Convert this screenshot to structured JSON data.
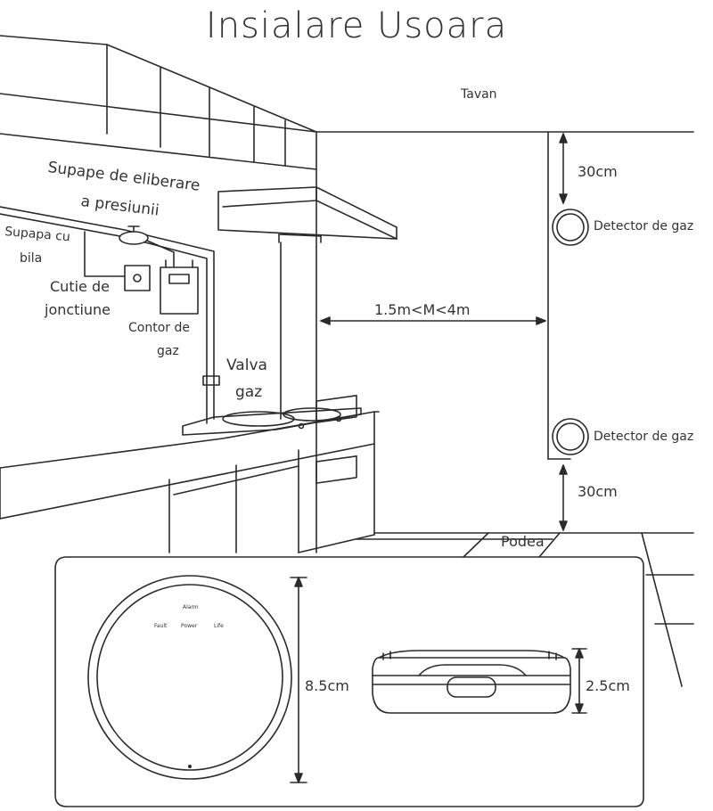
{
  "title": "Insialare Usoara",
  "labels": {
    "ceiling": "Tavan",
    "floor": "Podea",
    "relief_valve_line1": "Supape de eliberare",
    "relief_valve_line2": "a presiunii",
    "ball_valve_line1": "Supapa cu",
    "ball_valve_line2": "bila",
    "junction_box_line1": "Cutie de",
    "junction_box_line2": "jonctiune",
    "gas_meter_line1": "Contor de",
    "gas_meter_line2": "gaz",
    "gas_valve_line1": "Valva",
    "gas_valve_line2": "gaz",
    "detector_top": "Detector de gaz",
    "detector_bottom": "Detector de gaz",
    "distance_top": "30cm",
    "distance_bottom": "30cm",
    "distance_range": "1.5m<M<4m"
  },
  "device": {
    "diameter": "8.5cm",
    "height": "2.5cm",
    "indicator_alarm": "Alarm",
    "indicator_fault": "Fault",
    "indicator_power": "Power",
    "indicator_life": "Life"
  }
}
